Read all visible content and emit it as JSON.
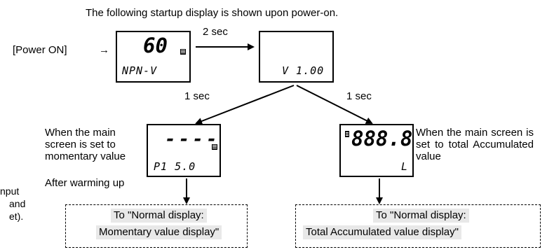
{
  "intro": "The following startup display is shown upon power-on.",
  "power_on": {
    "label": "[Power ON]",
    "arrow": "→"
  },
  "screen_initial": {
    "top": "60",
    "bottom": "NPN-V"
  },
  "screen_version": {
    "bottom": "V 1.00"
  },
  "screen_momentary": {
    "top": "----",
    "bottom": "P1  5.0"
  },
  "screen_total": {
    "top": "888.8",
    "bottom": "L"
  },
  "timing": {
    "first": "2 sec",
    "left": "1 sec",
    "right": "1 sec"
  },
  "note_momentary": "When the main screen is set to momentary value",
  "note_warming": "After warming up",
  "note_total": "When the main screen is set to total Accumulated value",
  "left_edge": {
    "line1": "nput",
    "line2": "and",
    "line3": "et)."
  },
  "dest_momentary": {
    "line1": "To \"Normal display:",
    "line2": "Momentary value display\""
  },
  "dest_total": {
    "line1": "To \"Normal display:",
    "line2": "Total Accumulated value display\""
  }
}
